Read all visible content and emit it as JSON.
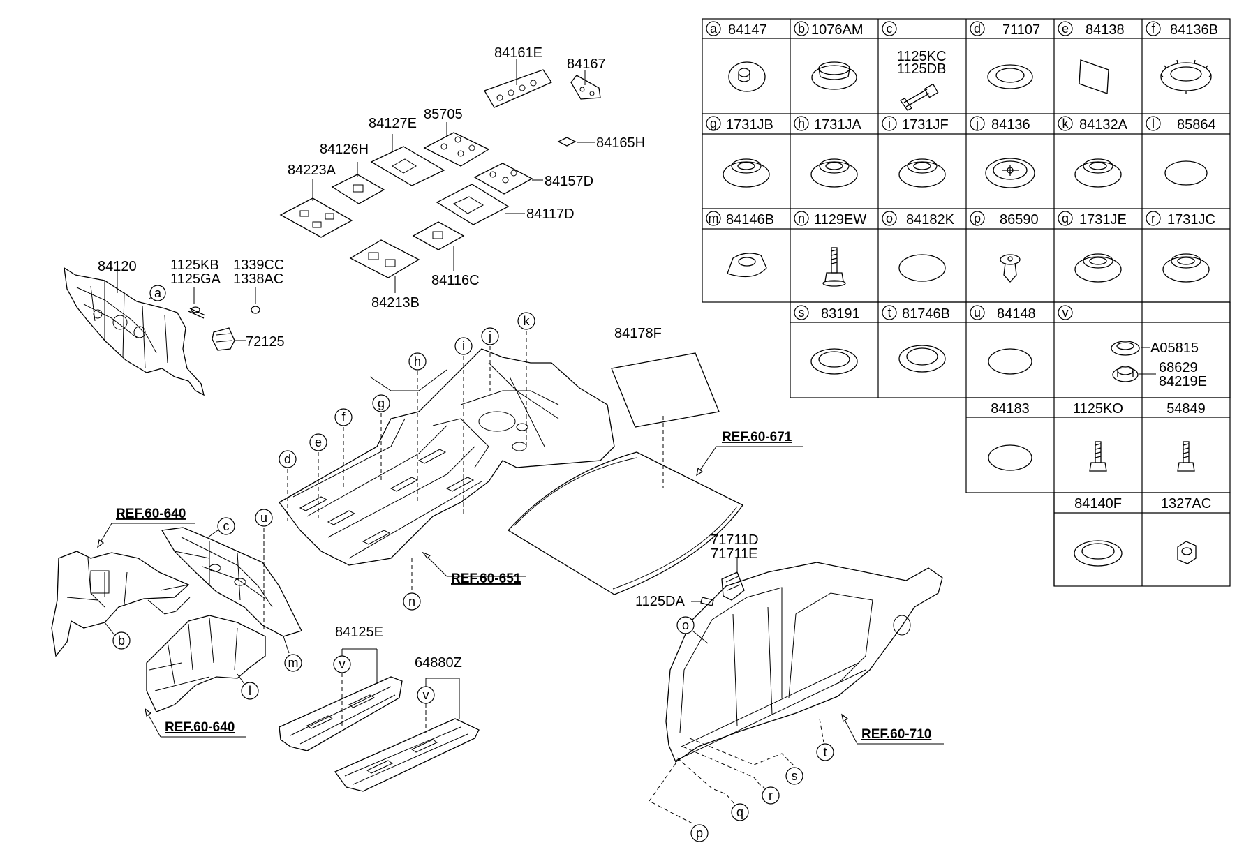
{
  "diagram": {
    "parts": {
      "p84120": "84120",
      "p1125KB": "1125KB",
      "p1125GA": "1125GA",
      "p1339CC": "1339CC",
      "p1338AC": "1338AC",
      "p72125": "72125",
      "p84161E": "84161E",
      "p84167": "84167",
      "p84127E": "84127E",
      "p85705": "85705",
      "p84165H": "84165H",
      "p84126H": "84126H",
      "p84157D": "84157D",
      "p84223A": "84223A",
      "p84117D": "84117D",
      "p84116C": "84116C",
      "p84213B": "84213B",
      "p84178F": "84178F",
      "p71711D": "71711D",
      "p71711E": "71711E",
      "p1125DA": "1125DA",
      "p84125E": "84125E",
      "p64880Z": "64880Z"
    },
    "refs": {
      "r640a": "REF.60-640",
      "r640b": "REF.60-640",
      "r651": "REF.60-651",
      "r671": "REF.60-671",
      "r710": "REF.60-710"
    },
    "letters": {
      "a": "a",
      "b": "b",
      "c": "c",
      "d": "d",
      "e": "e",
      "f": "f",
      "g": "g",
      "h": "h",
      "i": "i",
      "j": "j",
      "k": "k",
      "l": "l",
      "m": "m",
      "n": "n",
      "o": "o",
      "p": "p",
      "q": "q",
      "r": "r",
      "s": "s",
      "t": "t",
      "u": "u",
      "v1": "v",
      "v2": "v"
    }
  },
  "table": {
    "row1": [
      {
        "letter": "a",
        "code": "84147"
      },
      {
        "letter": "b",
        "code": "1076AM"
      },
      {
        "letter": "c",
        "code": ""
      },
      {
        "letter": "d",
        "code": "71107"
      },
      {
        "letter": "e",
        "code": "84138"
      },
      {
        "letter": "f",
        "code": "84136B"
      }
    ],
    "c_codes": [
      "1125KC",
      "1125DB"
    ],
    "row2": [
      {
        "letter": "g",
        "code": "1731JB"
      },
      {
        "letter": "h",
        "code": "1731JA"
      },
      {
        "letter": "i",
        "code": "1731JF"
      },
      {
        "letter": "j",
        "code": "84136"
      },
      {
        "letter": "k",
        "code": "84132A"
      },
      {
        "letter": "l",
        "code": "85864"
      }
    ],
    "row3": [
      {
        "letter": "m",
        "code": "84146B"
      },
      {
        "letter": "n",
        "code": "1129EW"
      },
      {
        "letter": "o",
        "code": "84182K"
      },
      {
        "letter": "p",
        "code": "86590"
      },
      {
        "letter": "q",
        "code": "1731JE"
      },
      {
        "letter": "r",
        "code": "1731JC"
      }
    ],
    "row4": [
      {
        "letter": "s",
        "code": "83191"
      },
      {
        "letter": "t",
        "code": "81746B"
      },
      {
        "letter": "u",
        "code": "84148"
      },
      {
        "letter": "v",
        "code": ""
      }
    ],
    "v_codes": [
      "A05815",
      "68629",
      "84219E"
    ],
    "row5": [
      "84183",
      "1125KO",
      "54849"
    ],
    "row6": [
      "84140F",
      "1327AC"
    ]
  }
}
